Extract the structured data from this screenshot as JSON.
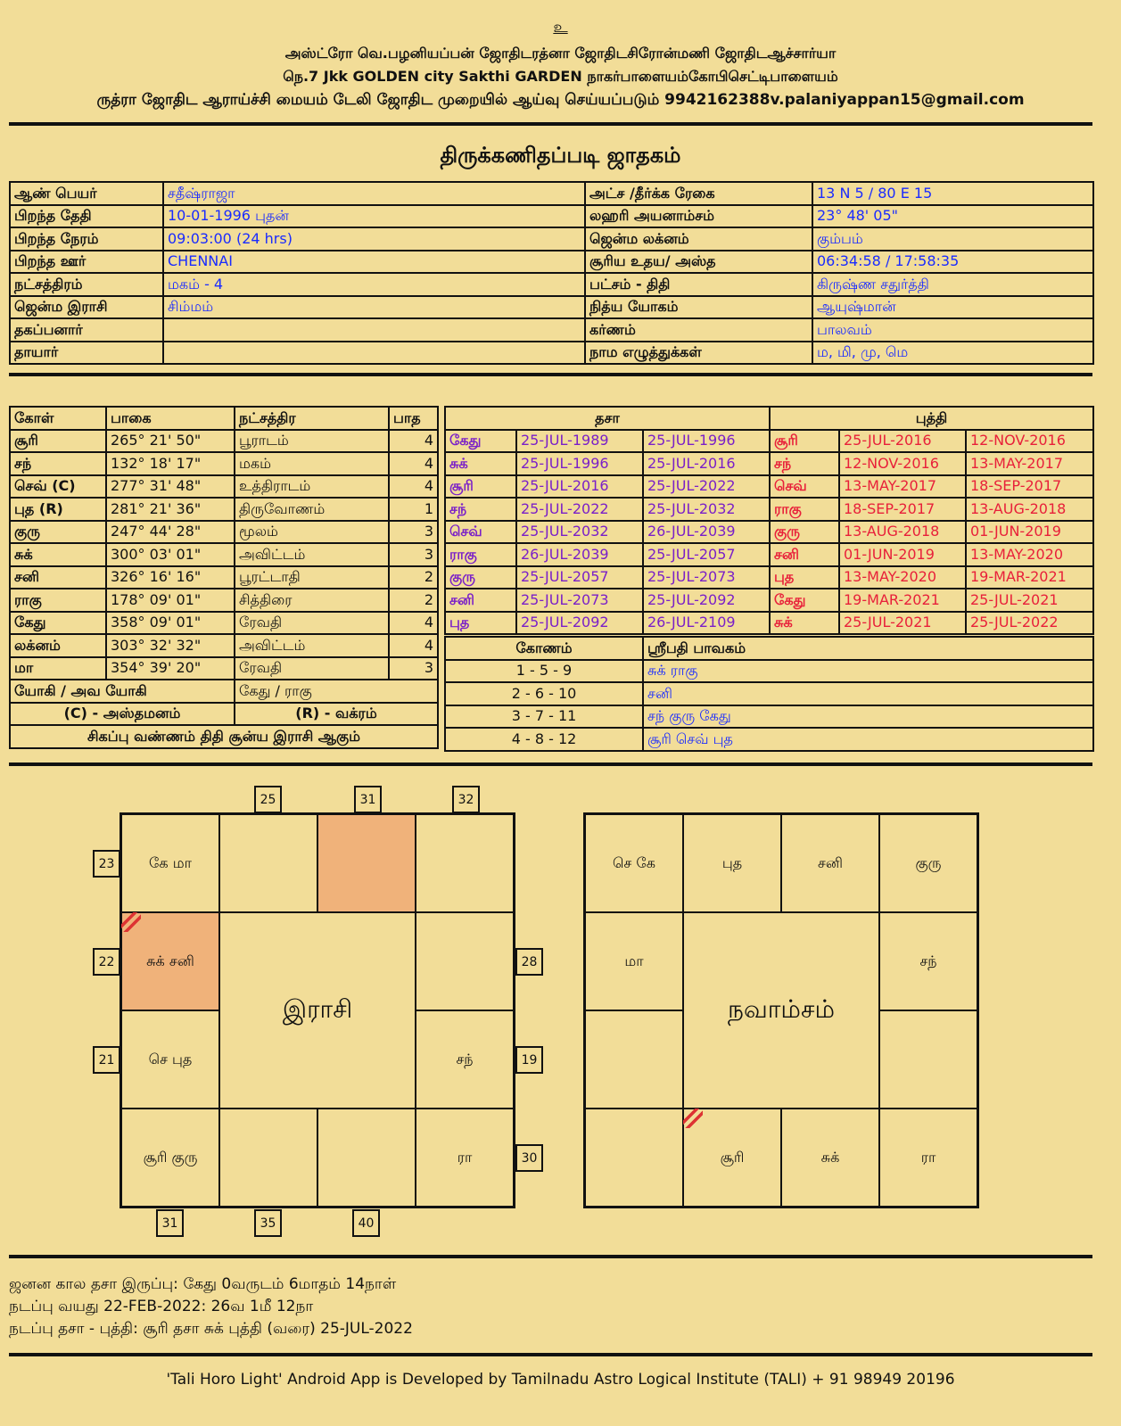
{
  "header": {
    "top_mark": "உ",
    "line1": "அஸ்ட்ரோ வெ.பழனியப்பன் ஜோதிடரத்னா ஜோதிடசிரோன்மணி ஜோதிடஆச்சார்யா",
    "line2": "நெ.7 Jkk GOLDEN city Sakthi GARDEN நாகர்பாளையம்கோபிசெட்டிபாளையம்",
    "line3": "ருத்ரா ஜோதிட ஆராய்ச்சி மையம்  டேலி ஜோதிட முறையில் ஆய்வு செய்யப்படும் 9942162388v.palaniyappan15@gmail.com"
  },
  "title": "திருக்கணிதப்படி ஜாதகம்",
  "info": [
    [
      "ஆண் பெயர்",
      "சதீஷ்ராஜா",
      "அட்ச /தீர்க்க ரேகை",
      "13 N 5 / 80 E 15"
    ],
    [
      "பிறந்த தேதி",
      "10-01-1996   புதன்",
      "லஹரி அயனாம்சம்",
      "23° 48' 05\""
    ],
    [
      "பிறந்த நேரம்",
      "09:03:00 (24 hrs)",
      "ஜென்ம லக்னம்",
      "கும்பம்"
    ],
    [
      "பிறந்த ஊர்",
      "CHENNAI",
      "சூரிய உதய/ அஸ்த",
      "06:34:58 / 17:58:35"
    ],
    [
      "நட்சத்திரம்",
      "மகம் - 4",
      "பட்சம் - திதி",
      "கிருஷ்ண சதுர்த்தி"
    ],
    [
      "ஜென்ம இராசி",
      "சிம்மம்",
      "நித்ய யோகம்",
      "ஆயுஷ்மான்"
    ],
    [
      "தகப்பனார்",
      "",
      "கர்ணம்",
      "பாலவம்"
    ],
    [
      "தாயார்",
      "",
      "நாம எழுத்துக்கள்",
      "ம, மி, மு, மெ"
    ]
  ],
  "planets": {
    "headers": [
      "கோள்",
      "பாகை",
      "நட்சத்திர",
      "பாத"
    ],
    "rows": [
      [
        "சூரி",
        "265° 21' 50\"",
        "பூராடம்",
        "4"
      ],
      [
        "சந்",
        "132° 18' 17\"",
        "மகம்",
        "4"
      ],
      [
        "செவ் (C)",
        "277° 31' 48\"",
        "உத்திராடம்",
        "4"
      ],
      [
        "புத (R)",
        "281° 21' 36\"",
        "திருவோணம்",
        "1"
      ],
      [
        "குரு",
        "247° 44' 28\"",
        "மூலம்",
        "3"
      ],
      [
        "சுக்",
        "300° 03' 01\"",
        "அவிட்டம்",
        "3"
      ],
      [
        "சனி",
        "326° 16' 16\"",
        "பூரட்டாதி",
        "2"
      ],
      [
        "ராகு",
        "178° 09' 01\"",
        "சித்திரை",
        "2"
      ],
      [
        "கேது",
        "358° 09' 01\"",
        "ரேவதி",
        "4"
      ],
      [
        "லக்னம்",
        "303° 32' 32\"",
        "அவிட்டம்",
        "4"
      ],
      [
        "மா",
        "354° 39' 20\"",
        "ரேவதி",
        "3"
      ]
    ],
    "yogi_label": "யோகி / அவ யோகி",
    "yogi_value": "கேது / ராகு",
    "combust": "(C) - அஸ்தமனம்",
    "retro": "(R) - வக்ரம்",
    "note": "சிகப்பு வண்ணம் திதி சூன்ய இராசி ஆகும்"
  },
  "dasa": {
    "dasa_header": "தசா",
    "bhukti_header": "புத்தி",
    "rows": [
      [
        "கேது",
        "25-JUL-1989",
        "25-JUL-1996",
        "சூரி",
        "25-JUL-2016",
        "12-NOV-2016"
      ],
      [
        "சுக்",
        "25-JUL-1996",
        "25-JUL-2016",
        "சந்",
        "12-NOV-2016",
        "13-MAY-2017"
      ],
      [
        "சூரி",
        "25-JUL-2016",
        "25-JUL-2022",
        "செவ்",
        "13-MAY-2017",
        "18-SEP-2017"
      ],
      [
        "சந்",
        "25-JUL-2022",
        "25-JUL-2032",
        "ராகு",
        "18-SEP-2017",
        "13-AUG-2018"
      ],
      [
        "செவ்",
        "25-JUL-2032",
        "26-JUL-2039",
        "குரு",
        "13-AUG-2018",
        "01-JUN-2019"
      ],
      [
        "ராகு",
        "26-JUL-2039",
        "25-JUL-2057",
        "சனி",
        "01-JUN-2019",
        "13-MAY-2020"
      ],
      [
        "குரு",
        "25-JUL-2057",
        "25-JUL-2073",
        "புத",
        "13-MAY-2020",
        "19-MAR-2021"
      ],
      [
        "சனி",
        "25-JUL-2073",
        "25-JUL-2092",
        "கேது",
        "19-MAR-2021",
        "25-JUL-2021"
      ],
      [
        "புத",
        "25-JUL-2092",
        "26-JUL-2109",
        "சுக்",
        "25-JUL-2021",
        "25-JUL-2022"
      ]
    ]
  },
  "konam": {
    "headers": [
      "கோணம்",
      "ஸ்ரீபதி பாவகம்"
    ],
    "rows": [
      [
        "1 - 5 - 9",
        "சுக் ராகு"
      ],
      [
        "2 - 6 - 10",
        "சனி"
      ],
      [
        "3 - 7 - 11",
        "சந் குரு கேது"
      ],
      [
        "4 - 8 - 12",
        "சூரி செவ் புத"
      ]
    ]
  },
  "rasi": {
    "title": "இராசி",
    "cells": [
      [
        "கே மா",
        "",
        "",
        ""
      ],
      [
        "சுக் சனி",
        "",
        ""
      ],
      [
        "செ புத",
        "",
        "சந்"
      ],
      [
        "சூரி குரு",
        "",
        "",
        "ரா"
      ]
    ],
    "numbers": {
      "top": [
        "25",
        "31",
        "32"
      ],
      "left": [
        "23",
        "22",
        "21"
      ],
      "right": [
        "28",
        "19",
        "30"
      ],
      "bottom": [
        "31",
        "35",
        "40"
      ]
    }
  },
  "navamsa": {
    "title": "நவாம்சம்",
    "cells": [
      [
        "செ கே",
        "புத",
        "சனி",
        "குரு"
      ],
      [
        "மா",
        "",
        "சந்"
      ],
      [
        "",
        "",
        ""
      ],
      [
        "",
        "சூரி",
        "சுக்",
        "ரா"
      ]
    ]
  },
  "footer": {
    "line1": "ஜனன கால தசா இருப்பு: கேது 0வருடம் 6மாதம் 14நாள்",
    "line2": "நடப்பு வயது 22-FEB-2022: 26வ 1மீ 12நா",
    "line3": "நடப்பு தசா - புத்தி: சூரி தசா சுக் புத்தி (வரை) 25-JUL-2022",
    "credit": "'Tali Horo Light' Android App is Developed by Tamilnadu Astro Logical Institute (TALI) + 91 98949 20196"
  }
}
